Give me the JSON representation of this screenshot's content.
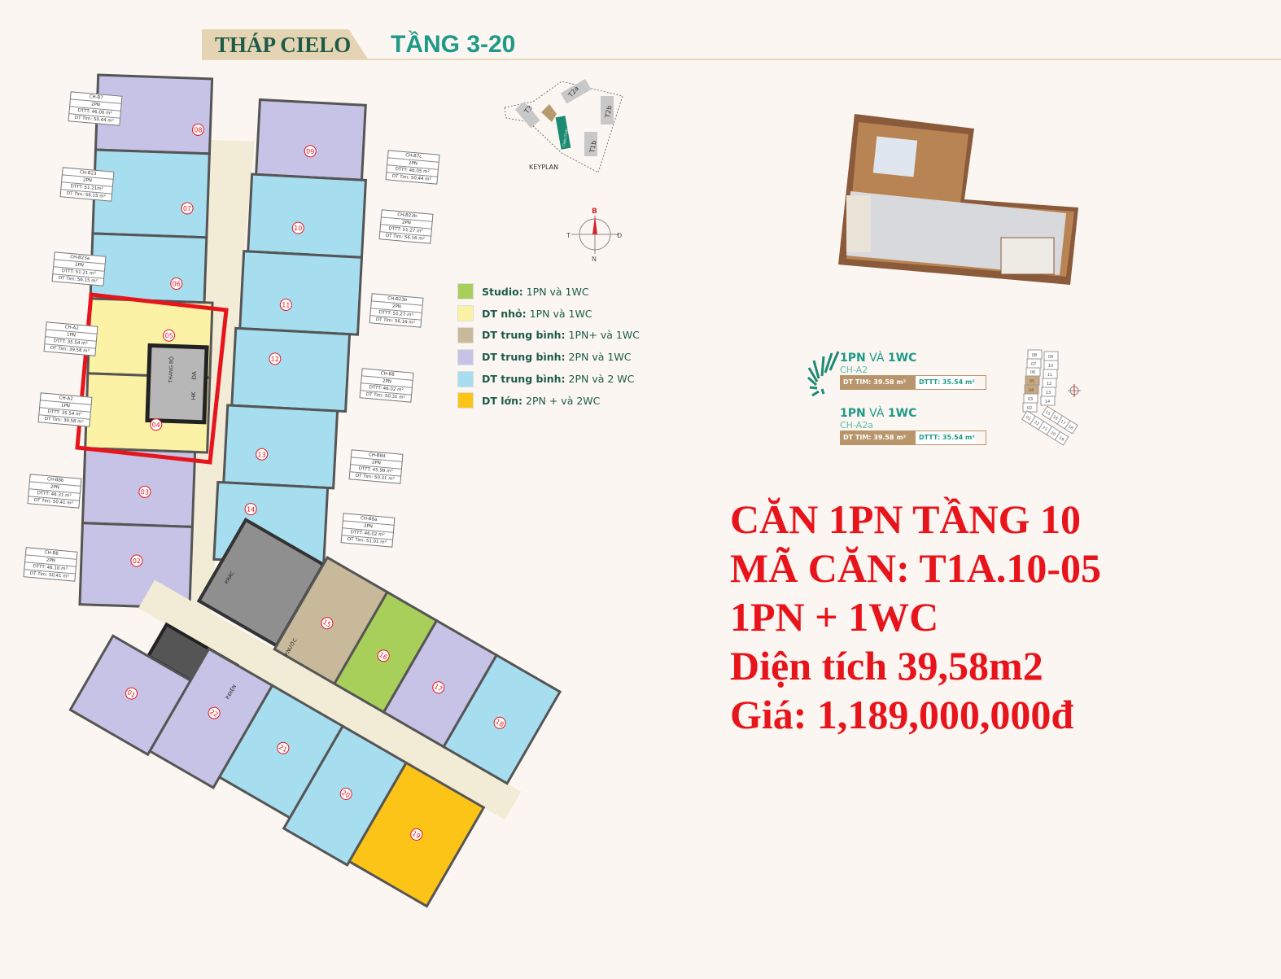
{
  "header": {
    "tower": "THÁP CIELO",
    "floors": "TẦNG 3-20"
  },
  "keyplan": {
    "label": "KEYPLAN",
    "towers": [
      "T3",
      "T2a",
      "T2b",
      "T1b",
      "Cielo (T1A)"
    ]
  },
  "compass": {
    "north": "B",
    "west": "T",
    "east": "Đ",
    "south": "N"
  },
  "legend": [
    {
      "bold": "Studio:",
      "text": "1PN và 1WC",
      "color": "#a9cf5b"
    },
    {
      "bold": "DT nhỏ:",
      "text": "1PN  và 1WC",
      "color": "#fbf2a5"
    },
    {
      "bold": "DT trung bình:",
      "text": "1PN+ và 1WC",
      "color": "#c8b99b"
    },
    {
      "bold": "DT trung bình:",
      "text": "2PN và 1WC",
      "color": "#c6c3e6"
    },
    {
      "bold": "DT trung bình:",
      "text": "2PN và 2 WC",
      "color": "#a6def0"
    },
    {
      "bold": "DT lớn:",
      "text": "2PN + và 2WC",
      "color": "#fbc417"
    }
  ],
  "units": {
    "left": [
      "08",
      "07",
      "06",
      "05",
      "04",
      "03",
      "02"
    ],
    "right": [
      "09",
      "10",
      "11",
      "12",
      "13",
      "14"
    ],
    "wing_top": [
      "15",
      "16",
      "17",
      "18"
    ],
    "wing_bottom": [
      "01",
      "22",
      "21",
      "20",
      "19"
    ]
  },
  "rooms": {
    "stair": "THANG BỘ",
    "hk": "HK",
    "da": "ĐA",
    "trash": "P.RÁC",
    "electric": "P.ĐIỆN",
    "water": "P.NƯỚC"
  },
  "cards_left": [
    {
      "code": "CH-B7",
      "type": "2PN",
      "dttt": "DTTT: 46.00 m²",
      "dttim": "DT Tim: 50.44 m²"
    },
    {
      "code": "CH-B23",
      "type": "2PN",
      "dttt": "DTTT: 51.21m²",
      "dttim": "DT Tim: 56.15 m²"
    },
    {
      "code": "CH-B23a",
      "type": "2PN",
      "dttt": "DTTT: 51.21 m²",
      "dttim": "DT Tim: 56.15 m²"
    },
    {
      "code": "CH-A2",
      "type": "1PN",
      "dttt": "DTTT: 35.54 m²",
      "dttim": "DT Tim: 39.58 m²"
    },
    {
      "code": "CH-A2",
      "type": "1PN",
      "dttt": "DTTT: 35.54 m²",
      "dttim": "DT Tim: 39.58 m²"
    },
    {
      "code": "CH-B8b",
      "type": "2PN",
      "dttt": "DTTT: 46.31 m²",
      "dttim": "DT Tim: 50.41 m²"
    },
    {
      "code": "CH-B8",
      "type": "2PN",
      "dttt": "DTTT: 46.10 m²",
      "dttim": "DT Tim: 50.41 m²"
    }
  ],
  "cards_right": [
    {
      "code": "CH-B7c",
      "type": "2PN",
      "dttt": "DTTT: 46.05 m²",
      "dttim": "DT Tim: 50.44 m²"
    },
    {
      "code": "CH-B23b",
      "type": "2PN",
      "dttt": "DTTT: 51.27 m²",
      "dttim": "DT Tim: 56.16 m²"
    },
    {
      "code": "CH-B23b",
      "type": "2PN",
      "dttt": "DTTT: 51.27 m²",
      "dttim": "DT Tim: 56.16 m²"
    },
    {
      "code": "CH-B8",
      "type": "2PN",
      "dttt": "DTTT: 46.02 m²",
      "dttim": "DT Tim: 50.31 m²"
    },
    {
      "code": "CH-B8d",
      "type": "2PN",
      "dttt": "DTTT: 45.99 m²",
      "dttim": "DT Tim: 50.31 m²"
    },
    {
      "code": "CH-B8a",
      "type": "2PN",
      "dttt": "DTTT: 46.02 m²",
      "dttim": "DT Tim: 51.01 m²"
    }
  ],
  "unit_info": [
    {
      "title_a": "1PN",
      "title_and": " VÀ ",
      "title_b": "1WC",
      "code": "CH-A2",
      "dt_tim": "DT TIM: 39.58 m²",
      "dttt": "DTTT: 35.54 m²"
    },
    {
      "title_a": "1PN",
      "title_and": " VÀ ",
      "title_b": "1WC",
      "code": "CH-A2a",
      "dt_tim": "DT TIM: 39.58 m²",
      "dttt": "DTTT: 35.54 m²"
    }
  ],
  "minimap": [
    "08",
    "09",
    "07",
    "10",
    "06",
    "11",
    "05",
    "12",
    "04",
    "13",
    "03",
    "14",
    "02",
    "15",
    "16",
    "17",
    "18",
    "01",
    "22",
    "21",
    "20",
    "19"
  ],
  "highlight": {
    "line1": "CĂN 1PN TẦNG 10",
    "line2": "MÃ CĂN: T1A.10-05",
    "line3": "1PN + 1WC",
    "line4": "Diện tích 39,58m2",
    "line5": "Giá: 1,189,000,000đ",
    "color": "#e8141c"
  }
}
